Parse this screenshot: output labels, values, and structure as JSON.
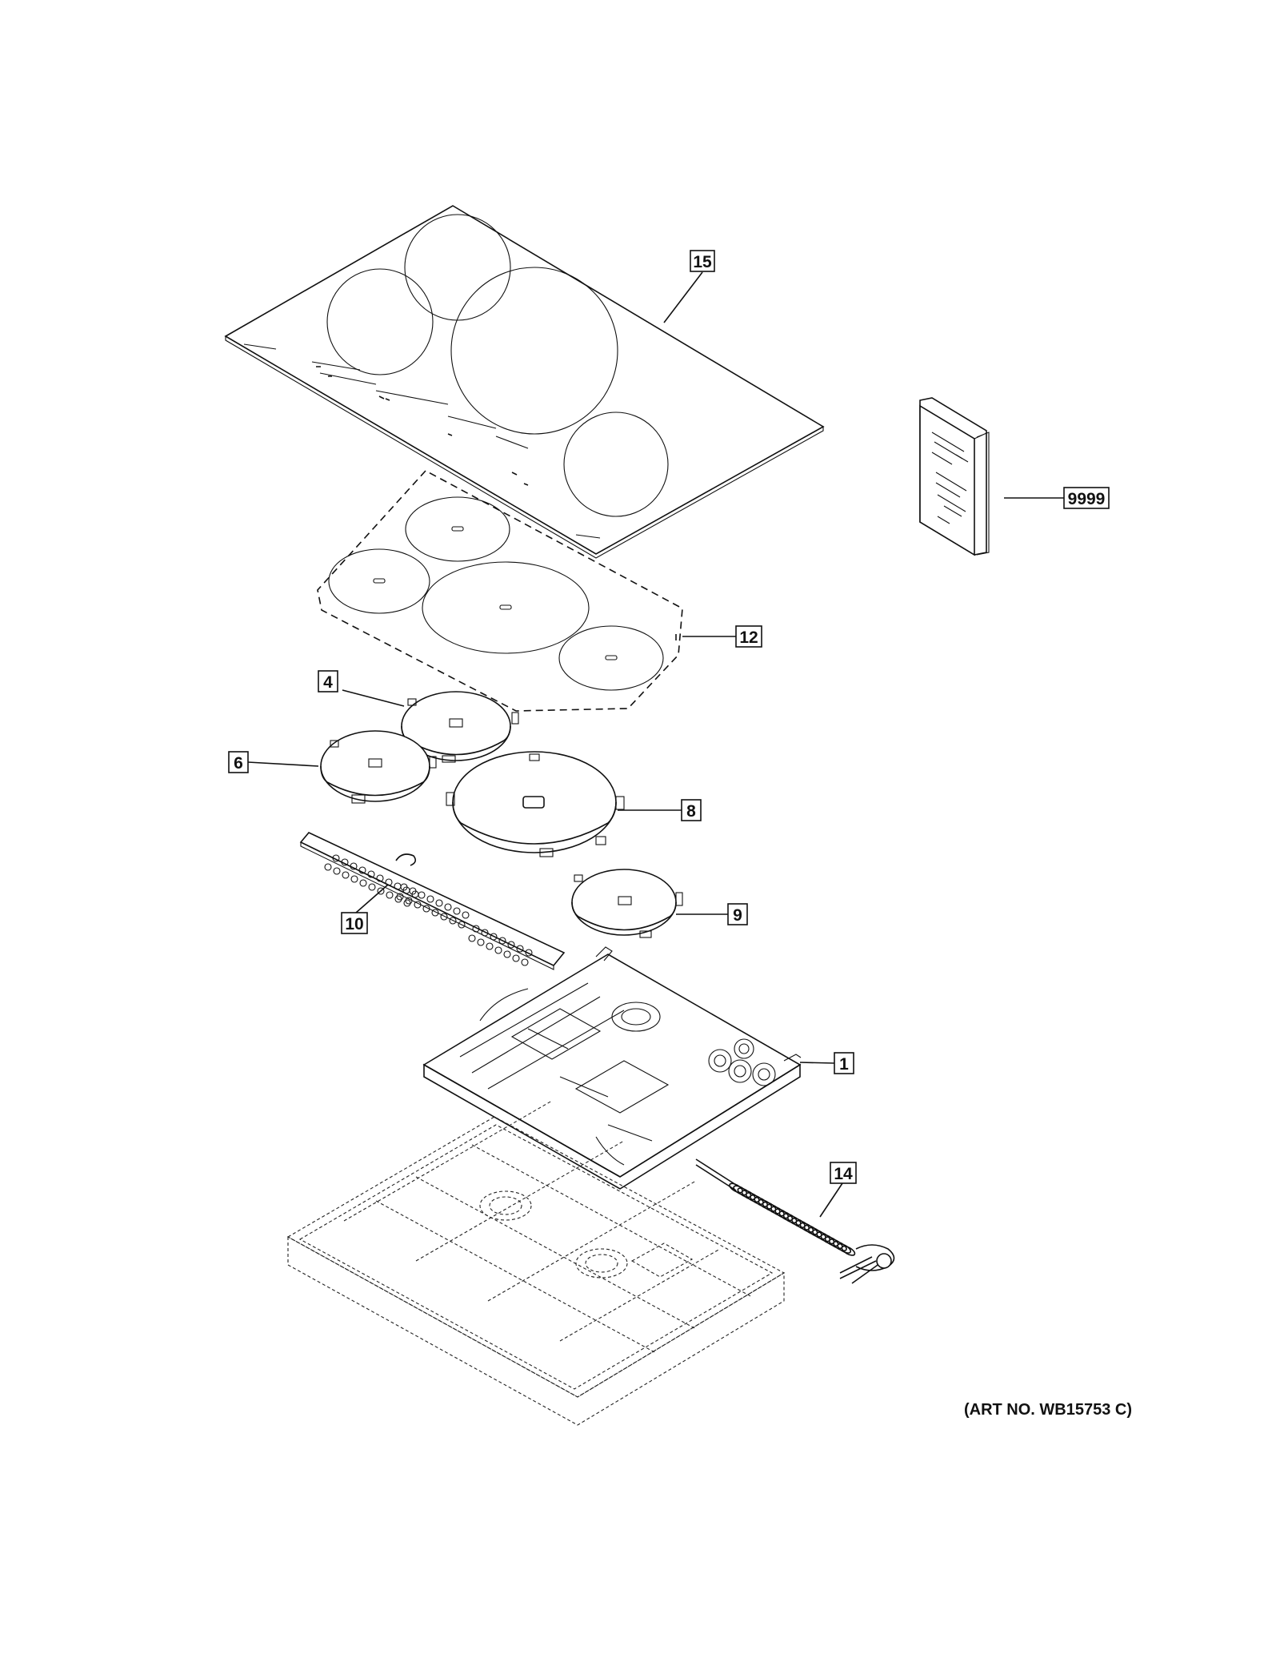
{
  "art_number": "(ART NO. WB15753 C)",
  "callouts": [
    {
      "id": "15",
      "label": "15"
    },
    {
      "id": "9999",
      "label": "9999"
    },
    {
      "id": "12",
      "label": "12"
    },
    {
      "id": "4",
      "label": "4"
    },
    {
      "id": "6",
      "label": "6"
    },
    {
      "id": "8",
      "label": "8"
    },
    {
      "id": "10",
      "label": "10"
    },
    {
      "id": "9",
      "label": "9"
    },
    {
      "id": "1",
      "label": "1"
    },
    {
      "id": "14",
      "label": "14"
    }
  ],
  "colors": {
    "line": "#111111",
    "background": "#ffffff"
  }
}
